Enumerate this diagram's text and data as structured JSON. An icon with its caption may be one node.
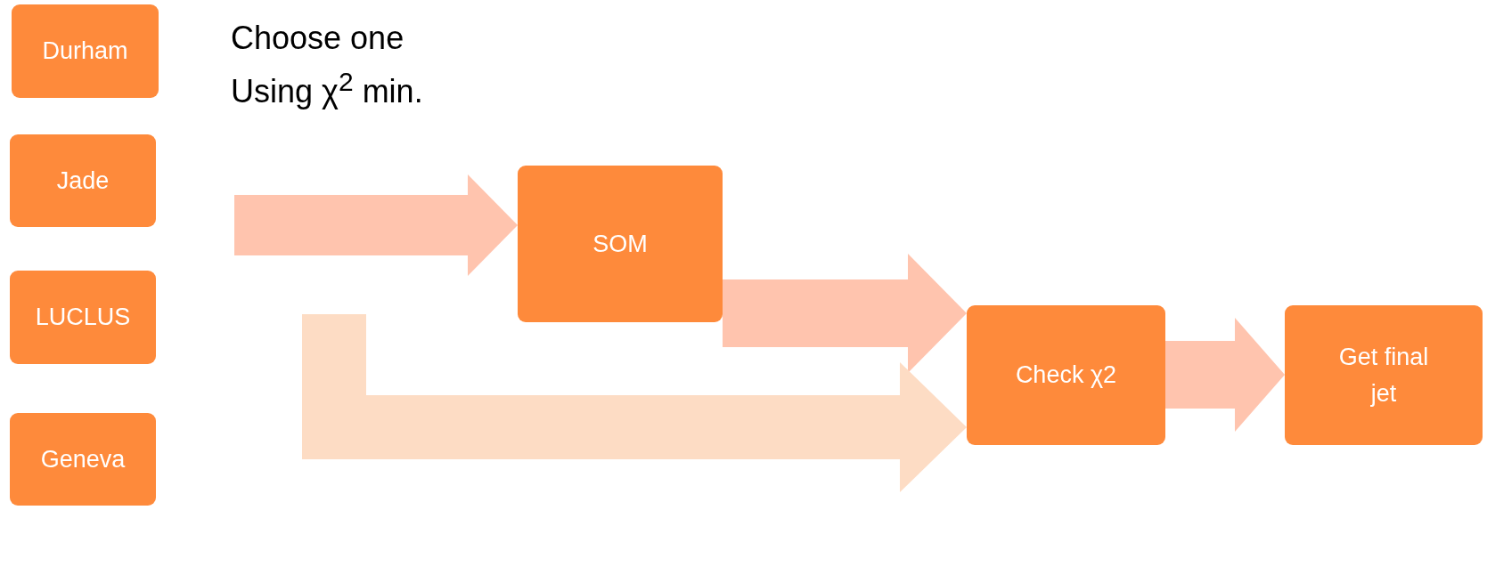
{
  "diagram": {
    "nodes": [
      {
        "text": [
          "Durham"
        ]
      },
      {
        "text": [
          "Jade"
        ]
      },
      {
        "text": [
          "LUCLUS"
        ]
      },
      {
        "text": [
          "Geneva"
        ]
      },
      {
        "text": [
          "SOM"
        ]
      },
      {
        "text": [
          "Check χ2"
        ]
      },
      {
        "text": [
          "Get final jet"
        ]
      }
    ],
    "edges": [
      {
        "from": null,
        "to": 4,
        "arrow": "to"
      },
      {
        "from": 4,
        "to": 5,
        "arrow": "to"
      },
      {
        "from": null,
        "to": 5,
        "arrow": "to",
        "color": "#fddcc4"
      },
      {
        "from": 5,
        "to": 6,
        "arrow": "to"
      }
    ],
    "labels": [
      "Choose one",
      "Using χ$^{2}$ min."
    ]
  }
}
